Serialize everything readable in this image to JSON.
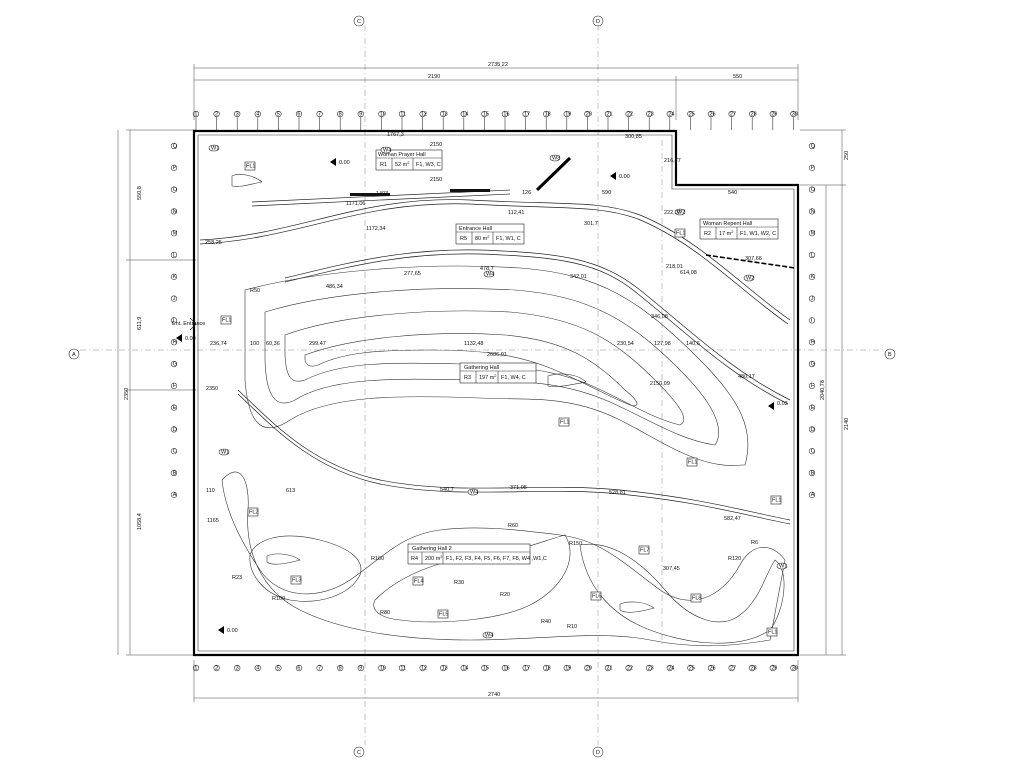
{
  "rooms": [
    {
      "title": "Woman Prayer Hall",
      "code": "R1",
      "area": "52 m",
      "sup": "2",
      "spec": "F1, W3, C"
    },
    {
      "title": "Woman Repent Hall",
      "code": "R2",
      "area": "17 m",
      "sup": "2",
      "spec": "F1, W1, W2, C"
    },
    {
      "title": "Entrance Hall",
      "code": "R5",
      "area": "80 m",
      "sup": "2",
      "spec": "F1, W1, C"
    },
    {
      "title": "Gathering Hall",
      "code": "R3",
      "area": "197 m",
      "sup": "2",
      "spec": "F1, W4, C"
    },
    {
      "title": "Gathering Hall 2",
      "code": "R4",
      "area": "200 m",
      "sup": "2",
      "spec": "F1, F2, F3, F4, F5, F6, F7, F8, W4 ,W1,C"
    }
  ],
  "top_dims": {
    "overall": "2735,22",
    "left": "2190",
    "right": "550"
  },
  "bottom_dim": "2740",
  "left_dims": {
    "upper": "550,8",
    "middle": "611,9",
    "lower": "1058,4",
    "total": "2350"
  },
  "right_dims": {
    "upper": "250",
    "total": "2040,78",
    "lower": "2140"
  },
  "levels": [
    {
      "id": "lvl-1",
      "text": "0.00"
    },
    {
      "id": "lvl-2",
      "text": "0.00"
    },
    {
      "id": "lvl-3",
      "text": "0.00"
    },
    {
      "id": "lvl-4",
      "text": "0.03"
    },
    {
      "id": "lvl-5",
      "text": "0.00"
    }
  ],
  "entrance_label": "Ent. Entrance",
  "floor_tags": [
    "FL1",
    "FL1",
    "FL1",
    "FL1",
    "FL1",
    "FL1",
    "FL1",
    "FL2",
    "FL3",
    "FL4",
    "FL5",
    "FL6",
    "FL7",
    "FL8"
  ],
  "window_tags": [
    "W1",
    "W1",
    "W1",
    "W2",
    "W2",
    "W3",
    "W4",
    "W4",
    "W4",
    "W4"
  ],
  "inner_dims": [
    "1767,3",
    "2150",
    "300,85",
    "2150",
    "1403",
    "126",
    "590",
    "540",
    "1171,06",
    "1172,34",
    "112,41",
    "301,7",
    "258,25",
    "277,65",
    "478,7",
    "342,01",
    "486,34",
    "216,77",
    "222,07",
    "218,01",
    "614,08",
    "307,66",
    "346,08",
    "236,74",
    "100",
    "60,36",
    "299,47",
    "1132,48",
    "2686,01",
    "230,54",
    "127,98",
    "140,6",
    "2150,09",
    "480,17",
    "540,7",
    "371,05",
    "528,81",
    "582,47",
    "613",
    "110",
    "1165",
    "2350",
    "307,45",
    "R50",
    "R20",
    "R40",
    "R150",
    "R60",
    "R23",
    "R120",
    "R100",
    "R80",
    "R30",
    "R160",
    "R6",
    "R10"
  ],
  "row_letters": [
    "Q",
    "P",
    "O",
    "N",
    "M",
    "L",
    "K",
    "J",
    "I",
    "H",
    "G",
    "F",
    "E",
    "D",
    "C",
    "B",
    "A"
  ],
  "col_numbers": [
    "1",
    "2",
    "3",
    "4",
    "5",
    "6",
    "7",
    "8",
    "9",
    "10",
    "11",
    "12",
    "13",
    "14",
    "15",
    "16",
    "17",
    "18",
    "19",
    "20",
    "21",
    "22",
    "23",
    "24",
    "25",
    "26",
    "27",
    "28",
    "29",
    "30"
  ],
  "section_markers": [
    "C",
    "D",
    "A",
    "B",
    "C",
    "D"
  ]
}
